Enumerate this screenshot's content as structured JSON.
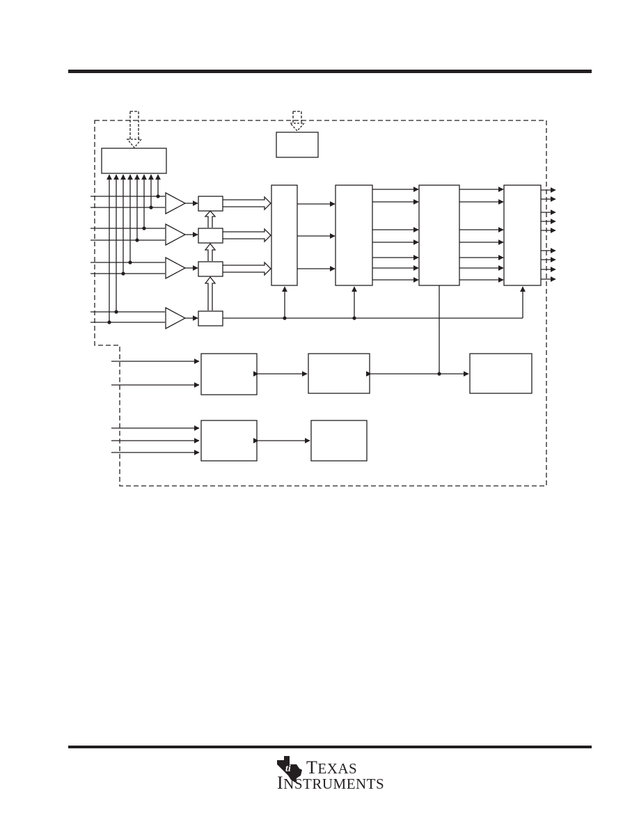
{
  "header": {
    "rule": "top-rule"
  },
  "footer": {
    "logo": {
      "icon": "ti-state-logo-icon",
      "line1_first": "T",
      "line1_rest": "EXAS",
      "line2_first": "I",
      "line2_rest": "NSTRUMENTS"
    }
  },
  "colors": {
    "ink": "#231f20",
    "background": "#ffffff"
  }
}
